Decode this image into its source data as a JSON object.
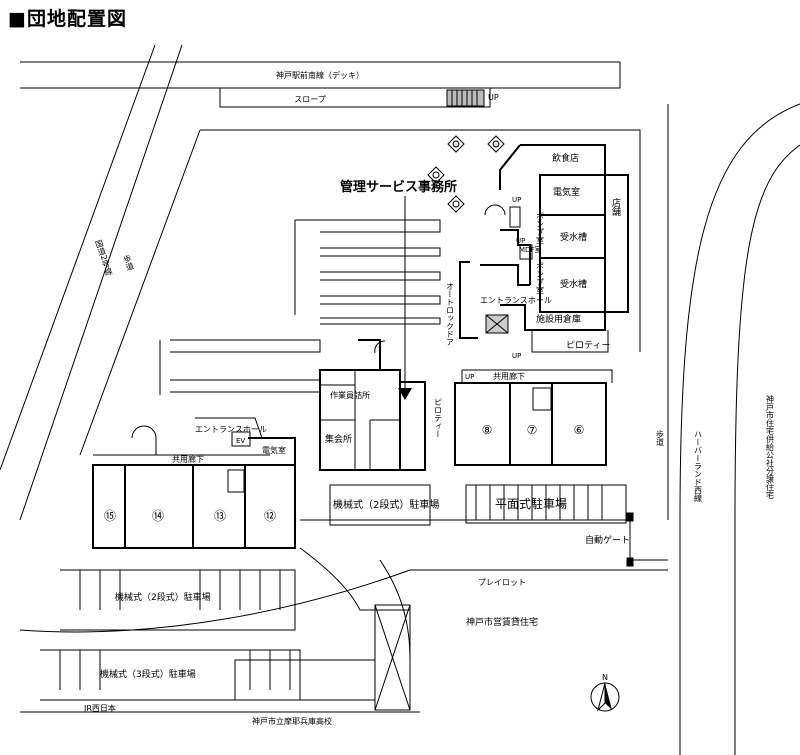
{
  "title": "■団地配置図",
  "labels": {
    "deck": "神戸駅前南線（デッキ）",
    "slope": "スロープ",
    "up_slope": "UP",
    "office": "管理サービス事務所",
    "restaurant": "飲食店",
    "electric_room_main": "電気室",
    "shop": "店舗",
    "water_tank_1": "受水槽",
    "water_tank_2": "受水槽",
    "pump_room_upper": "ポンプ室",
    "pump_room_lower": "ポンプ室",
    "up_upper": "UP",
    "up_mdf": "UP",
    "mdf_room": "MDF室",
    "entrance_hall_north": "エントランスホール",
    "autolock_door": "オートロックドア",
    "facility_storage": "施設用倉庫",
    "piloti_east": "ピロティー",
    "piloti_center": "ピロティー",
    "corridor_east": "共用廊下",
    "corridor_west": "共用廊下",
    "up_corridor_1": "UP",
    "up_corridor_2": "UP",
    "worker_office": "作業員詰所",
    "meeting_hall": "集会所",
    "ev": "EV",
    "entrance_hall_west": "エントランスホール",
    "electric_room_west": "電気室",
    "mech_parking_2tier_center": "機械式（2段式）駐車場",
    "flat_parking": "平面式駐車場",
    "auto_gate": "自動ゲート",
    "play_lot": "プレイロット",
    "kobe_city_housing": "神戸市営賃貸住宅",
    "mech_parking_2tier_west": "機械式（2段式）駐車場",
    "mech_parking_3tier": "機械式（3段式）駐車場",
    "jr": "JR西日本",
    "school": "神戸市立摩耶兵庫高校",
    "national_route": "国道2号線",
    "sidewalk_west": "歩道",
    "sidewalk_east": "歩道",
    "harborland_line": "ハーバーランド西線",
    "public_corp_housing": "神戸市住宅供給公社分譲住宅",
    "north": "N"
  },
  "buildings": [
    "⑮",
    "⑭",
    "⑬",
    "⑫",
    "⑧",
    "⑦",
    "⑥"
  ]
}
